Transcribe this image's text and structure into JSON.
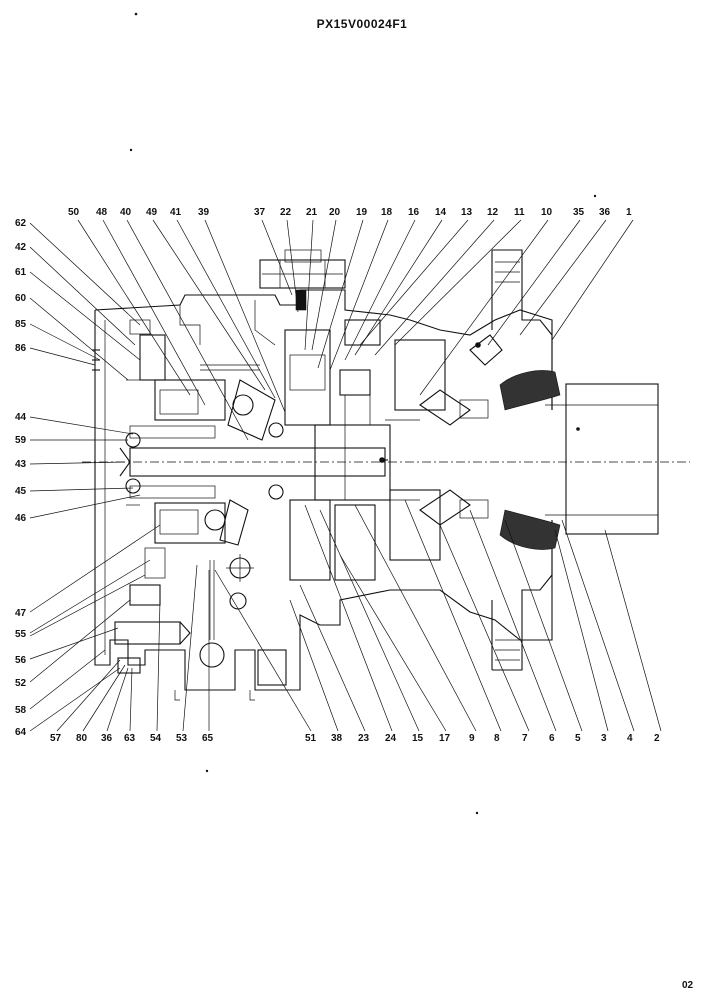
{
  "header": {
    "code": "PX15V00024F1"
  },
  "footer": {
    "page_number": "02"
  },
  "callouts": {
    "top": [
      "50",
      "48",
      "40",
      "49",
      "41",
      "39",
      "37",
      "22",
      "21",
      "20",
      "19",
      "18",
      "16",
      "14",
      "13",
      "12",
      "11",
      "10",
      "35",
      "36",
      "1"
    ],
    "left": [
      "62",
      "42",
      "61",
      "60",
      "85",
      "86",
      "44",
      "59",
      "43",
      "45",
      "46",
      "47",
      "55",
      "56",
      "52",
      "58",
      "64"
    ],
    "bottom": [
      "57",
      "80",
      "36",
      "63",
      "54",
      "53",
      "65",
      "51",
      "38",
      "23",
      "24",
      "15",
      "17",
      "9",
      "8",
      "7",
      "6",
      "5",
      "3",
      "4",
      "2"
    ]
  }
}
